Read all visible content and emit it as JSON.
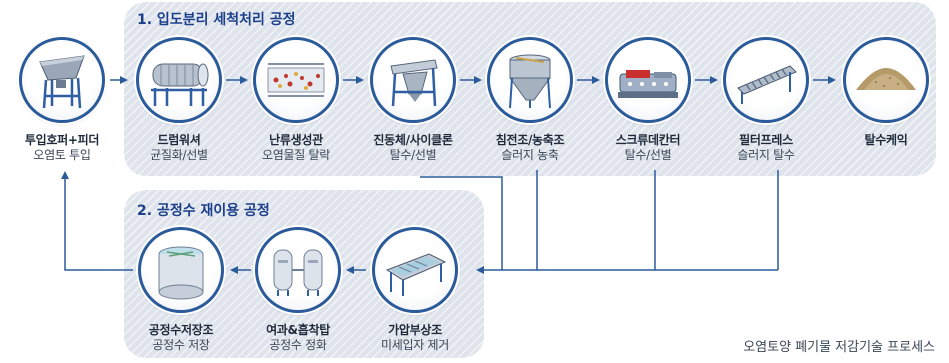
{
  "process_1": {
    "title": "1. 입도분리 세척처리 공정"
  },
  "process_2": {
    "title": "2. 공정수 재이용 공정"
  },
  "nodes": {
    "hopper": {
      "name": "투입호퍼+피더",
      "sub": "오염토 투입"
    },
    "drum_washer": {
      "name": "드럼워셔",
      "sub": "균질화/선별"
    },
    "turbulence": {
      "name": "난류생성관",
      "sub": "오염물질 탈락"
    },
    "vibrating_screen": {
      "name": "진동체/사이클론",
      "sub": "탈수/선별"
    },
    "thickener": {
      "name": "침전조/농축조",
      "sub": "슬러지 농축"
    },
    "decanter": {
      "name": "스크류데칸터",
      "sub": "탈수/선별"
    },
    "filter_press": {
      "name": "필터프레스",
      "sub": "슬러지 탈수"
    },
    "cake": {
      "name": "탈수케익",
      "sub": ""
    },
    "flotation": {
      "name": "가압부상조",
      "sub": "미세입자 제거"
    },
    "filtration": {
      "name": "여과&흡착탑",
      "sub": "공정수 정화"
    },
    "storage": {
      "name": "공정수저장조",
      "sub": "공정수 저장"
    }
  },
  "footer": "오염토양 폐기물 저감기술 프로세스",
  "colors": {
    "panel": "#dfe4ec",
    "title": "#1b3f8b",
    "line": "#2b5b9a",
    "steel": "#3c6aa8"
  }
}
